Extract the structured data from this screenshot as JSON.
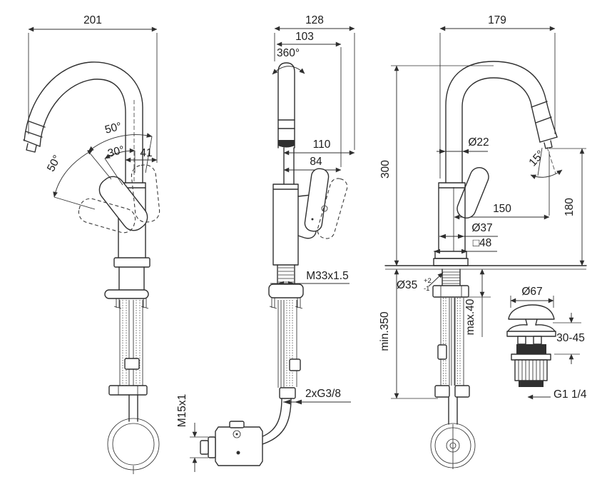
{
  "drawing": {
    "type": "faucet installation dimensional drawing",
    "colors": {
      "line": "#2f2f2f",
      "background": "#ffffff",
      "dark_fill": "#2f2f2f"
    },
    "views": {
      "side": {
        "overall_depth": "201",
        "handle_angle_open": "50°",
        "handle_angle_mid": "30°",
        "handle_projection": "41",
        "handle_angle_forward": "50°"
      },
      "front": {
        "overall_width": "128",
        "inner_width": "103",
        "spout_swivel": "360°",
        "spout_reach": "110",
        "spout_reach_inner": "84",
        "body_thread": "M33x1.5",
        "supply_hoses": "2xG3/8",
        "connector_thread": "M15x1"
      },
      "profile": {
        "overall_depth": "179",
        "spout_diameter": "Ø22",
        "outlet_angle": "15°",
        "spout_height": "300",
        "outlet_height": "180",
        "spout_reach": "150",
        "body_diameter": "Ø37",
        "base_square": "□48",
        "hole_diameter": "Ø35",
        "hole_tol_plus": "+2",
        "hole_tol_minus": "-1",
        "min_clearance": "min.350",
        "max_deck_thickness": "max.40"
      },
      "drain": {
        "cap_diameter": "Ø67",
        "clamping_range": "30-45",
        "outlet_thread": "G1 1/4"
      }
    }
  }
}
